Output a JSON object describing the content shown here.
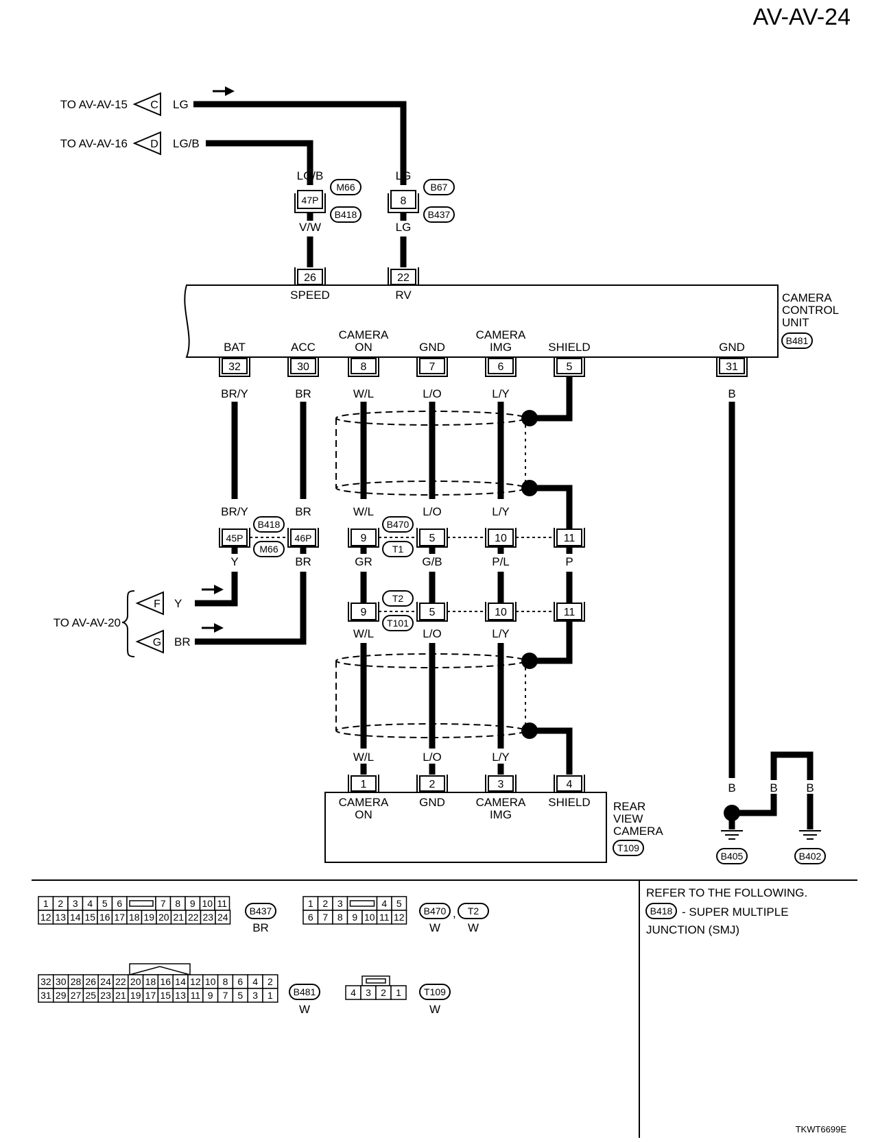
{
  "page_id": "AV-AV-24",
  "figure_code": "TKWT6699E",
  "offpage": {
    "c": {
      "text": "TO AV-AV-15",
      "letter": "C",
      "wire": "LG"
    },
    "d": {
      "text": "TO AV-AV-16",
      "letter": "D",
      "wire": "LG/B"
    },
    "fg_text": "TO AV-AV-20",
    "f": {
      "letter": "F",
      "wire": "Y"
    },
    "g": {
      "letter": "G",
      "wire": "BR"
    }
  },
  "upper_joints": {
    "speed": {
      "wire_in": "LG/B",
      "pin": "47P",
      "id1": "M66",
      "id2": "B418",
      "wire_out": "V/W"
    },
    "rv": {
      "wire_in": "LG",
      "pin": "8",
      "id1": "B67",
      "id2": "B437",
      "wire_out": "LG"
    }
  },
  "ccu": {
    "name_lines": [
      "CAMERA",
      "CONTROL",
      "UNIT"
    ],
    "id": "B481",
    "top_pins": [
      {
        "no": "26",
        "label": "SPEED"
      },
      {
        "no": "22",
        "label": "RV"
      }
    ],
    "bottom_pins": [
      {
        "no": "32",
        "label": "BAT",
        "wire": "BR/Y"
      },
      {
        "no": "30",
        "label": "ACC",
        "wire": "BR"
      },
      {
        "no": "8",
        "label": [
          "CAMERA",
          "ON"
        ],
        "wire": "W/L"
      },
      {
        "no": "7",
        "label": "GND",
        "wire": "L/O"
      },
      {
        "no": "6",
        "label": [
          "CAMERA",
          "IMG"
        ],
        "wire": "L/Y"
      },
      {
        "no": "5",
        "label": "SHIELD"
      },
      {
        "no": "31",
        "label": "GND",
        "wire": "B"
      }
    ]
  },
  "joint_row1": {
    "id_a1": "B418",
    "id_a2": "M66",
    "id_b1": "B470",
    "id_b2": "T1",
    "pins": [
      {
        "no": "45P",
        "top": "BR/Y",
        "bottom": "Y"
      },
      {
        "no": "46P",
        "top": "BR",
        "bottom": "BR"
      },
      {
        "no": "9",
        "top": "W/L",
        "bottom": "GR"
      },
      {
        "no": "5",
        "top": "L/O",
        "bottom": "G/B"
      },
      {
        "no": "10",
        "top": "L/Y",
        "bottom": "P/L"
      },
      {
        "no": "11",
        "top": "",
        "bottom": "P"
      }
    ]
  },
  "joint_row2": {
    "id1": "T2",
    "id2": "T101",
    "pins": [
      {
        "no": "9",
        "bottom": "W/L"
      },
      {
        "no": "5",
        "bottom": "L/O"
      },
      {
        "no": "10",
        "bottom": "L/Y"
      },
      {
        "no": "11",
        "bottom": ""
      }
    ]
  },
  "camera": {
    "name_lines": [
      "REAR",
      "VIEW",
      "CAMERA"
    ],
    "id": "T109",
    "pins": [
      {
        "no": "1",
        "wire": "W/L",
        "label": [
          "CAMERA",
          "ON"
        ]
      },
      {
        "no": "2",
        "wire": "L/O",
        "label": [
          "GND"
        ]
      },
      {
        "no": "3",
        "wire": "L/Y",
        "label": [
          "CAMERA",
          "IMG"
        ]
      },
      {
        "no": "4",
        "wire": "",
        "label": [
          "SHIELD"
        ]
      }
    ]
  },
  "grounds": {
    "wires": [
      "B",
      "B",
      "B"
    ],
    "g1": "B405",
    "g2": "B402"
  },
  "connectors": {
    "b437": {
      "row1": [
        "1",
        "2",
        "3",
        "4",
        "5",
        "6",
        "",
        "7",
        "8",
        "9",
        "10",
        "11"
      ],
      "row2": [
        "12",
        "13",
        "14",
        "15",
        "16",
        "17",
        "18",
        "19",
        "20",
        "21",
        "22",
        "23",
        "24"
      ],
      "id": "B437",
      "color": "BR"
    },
    "b470": {
      "row1": [
        "1",
        "2",
        "3",
        "",
        "4",
        "5"
      ],
      "row2": [
        "6",
        "7",
        "8",
        "9",
        "10",
        "11",
        "12"
      ],
      "id1": "B470",
      "id2": "T2",
      "color1": "W",
      "color2": "W",
      "sep": ","
    },
    "b481": {
      "row1": [
        "32",
        "30",
        "28",
        "26",
        "24",
        "22",
        "20",
        "18",
        "16",
        "14",
        "12",
        "10",
        "8",
        "6",
        "4",
        "2"
      ],
      "row2": [
        "31",
        "29",
        "27",
        "25",
        "23",
        "21",
        "19",
        "17",
        "15",
        "13",
        "11",
        "9",
        "7",
        "5",
        "3",
        "1"
      ],
      "id": "B481",
      "color": "W"
    },
    "t109": {
      "row": [
        "4",
        "3",
        "2",
        "1"
      ],
      "id": "T109",
      "color": "W"
    }
  },
  "refer": {
    "lines": [
      "REFER TO THE FOLLOWING."
    ],
    "item_id": "B418",
    "item_text": [
      "- SUPER MULTIPLE",
      "JUNCTION (SMJ)"
    ]
  }
}
